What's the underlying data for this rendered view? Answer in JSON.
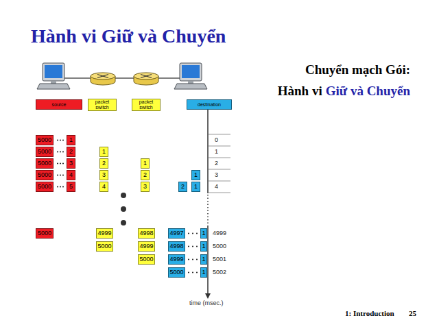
{
  "diagram": {
    "title": "Hành vi Giữ và Chuyển",
    "nodes": [
      {
        "text": [
          "source"
        ]
      },
      {
        "text": [
          "packet switch"
        ]
      },
      {
        "text": [
          "packet switch"
        ]
      },
      {
        "text": [
          "destination"
        ]
      },
      {
        "text": [
          "5000"
        ]
      },
      {
        "text": [
          "1"
        ]
      },
      {
        "text": [
          "5000"
        ]
      },
      {
        "text": [
          "2"
        ]
      },
      {
        "text": [
          "1"
        ]
      },
      {
        "text": [
          "5000"
        ]
      },
      {
        "text": [
          "3"
        ]
      },
      {
        "text": [
          "2"
        ]
      },
      {
        "text": [
          "1"
        ]
      },
      {
        "text": [
          "5000"
        ]
      },
      {
        "text": [
          "4"
        ]
      },
      {
        "text": [
          "3"
        ]
      },
      {
        "text": [
          "2"
        ]
      },
      {
        "text": [
          "1"
        ]
      },
      {
        "text": [
          "5000"
        ]
      },
      {
        "text": [
          "5"
        ]
      },
      {
        "text": [
          "4"
        ]
      },
      {
        "text": [
          "3"
        ]
      },
      {
        "text": [
          "2"
        ]
      },
      {
        "text": [
          "1"
        ]
      },
      {
        "text": [
          "5000"
        ]
      },
      {
        "text": [
          "4999"
        ]
      },
      {
        "text": [
          "4998"
        ]
      },
      {
        "text": [
          "4997"
        ]
      },
      {
        "text": [
          "1"
        ]
      },
      {
        "text": [
          "5000"
        ]
      },
      {
        "text": [
          "4999"
        ]
      },
      {
        "text": [
          "4998"
        ]
      },
      {
        "text": [
          "1"
        ]
      },
      {
        "text": [
          "5000"
        ]
      },
      {
        "text": [
          "4999"
        ]
      },
      {
        "text": [
          "1"
        ]
      },
      {
        "text": [
          "5000"
        ]
      },
      {
        "text": [
          "1"
        ]
      }
    ],
    "labels": [
      "Chuyển mạch Gói:",
      "Hành vi",
      "Giữ và Chuyển",
      "0",
      "1",
      "2",
      "3",
      "4",
      "4999",
      "5000",
      "5001",
      "5002",
      "time (msec.)",
      "1: Introduction",
      "25"
    ]
  }
}
